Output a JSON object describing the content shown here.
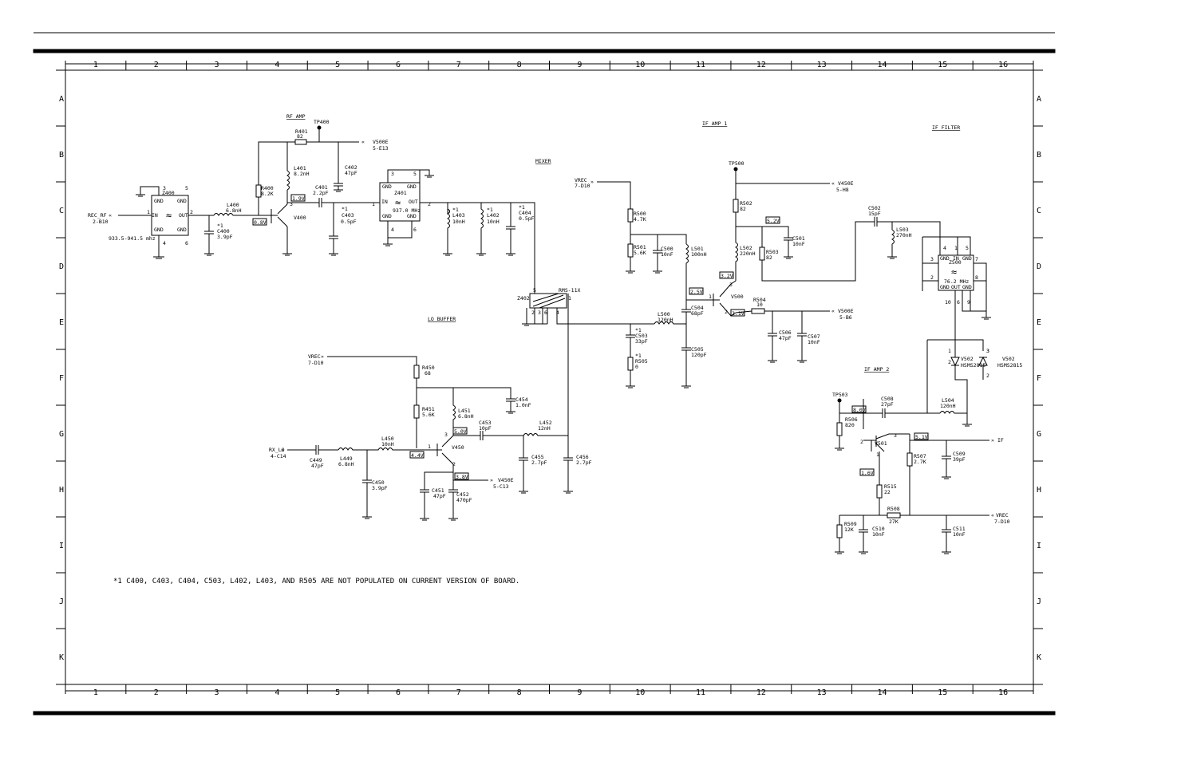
{
  "grid": {
    "columns": [
      "1",
      "2",
      "3",
      "4",
      "5",
      "6",
      "7",
      "8",
      "9",
      "10",
      "11",
      "12",
      "13",
      "14",
      "15",
      "16"
    ],
    "rows": [
      "A",
      "B",
      "C",
      "D",
      "E",
      "F",
      "G",
      "H",
      "I",
      "J",
      "K"
    ]
  },
  "sections": [
    {
      "name": "rf-amp-title",
      "text": "RF AMP"
    },
    {
      "name": "mixer-title",
      "text": "MIXER"
    },
    {
      "name": "if-amp-1-title",
      "text": "IF AMP 1"
    },
    {
      "name": "if-filter-title",
      "text": "IF FILTER"
    },
    {
      "name": "lo-buffer-title",
      "text": "LO BUFFER"
    },
    {
      "name": "if-amp-2-title",
      "text": "IF AMP 2"
    }
  ],
  "labels": [
    {
      "name": "rec-rf-port",
      "text": "REC_RF"
    },
    {
      "name": "rec-rf-ref",
      "text": "2-B10"
    },
    {
      "name": "z400-name",
      "text": "Z400"
    },
    {
      "name": "z400-gnd-1",
      "text": "GND"
    },
    {
      "name": "z400-gnd-2",
      "text": "GND"
    },
    {
      "name": "z400-gnd-3",
      "text": "GND"
    },
    {
      "name": "z400-gnd-4",
      "text": "GND"
    },
    {
      "name": "z400-in",
      "text": "IN"
    },
    {
      "name": "z400-out",
      "text": "OUT"
    },
    {
      "name": "z400-pin3",
      "text": "3"
    },
    {
      "name": "z400-pin5",
      "text": "5"
    },
    {
      "name": "z400-pin1",
      "text": "1"
    },
    {
      "name": "z400-pin2",
      "text": "2"
    },
    {
      "name": "z400-pin4",
      "text": "4"
    },
    {
      "name": "z400-pin6",
      "text": "6"
    },
    {
      "name": "z400-freq",
      "text": "933.5-941.5  mhz"
    },
    {
      "name": "l400-name",
      "text": "L400"
    },
    {
      "name": "l400-value",
      "text": "6.8nH"
    },
    {
      "name": "c400-mark",
      "text": "*1"
    },
    {
      "name": "c400-name",
      "text": "C400"
    },
    {
      "name": "c400-value",
      "text": "3.9pF"
    },
    {
      "name": "r400-name",
      "text": "R400"
    },
    {
      "name": "r400-value",
      "text": "8.2K"
    },
    {
      "name": "v-08v",
      "text": "0.8V"
    },
    {
      "name": "v400-name",
      "text": "V400"
    },
    {
      "name": "v400-pin3",
      "text": "3"
    },
    {
      "name": "r401-name",
      "text": "R401"
    },
    {
      "name": "r401-value",
      "text": "82"
    },
    {
      "name": "tp400-name",
      "text": "TP400"
    },
    {
      "name": "v500e-b-port",
      "text": "V500E"
    },
    {
      "name": "v500e-b-ref",
      "text": "5-E13"
    },
    {
      "name": "l401-name",
      "text": "L401"
    },
    {
      "name": "l401-value",
      "text": "8.2nH"
    },
    {
      "name": "c402-name",
      "text": "C402"
    },
    {
      "name": "c402-value",
      "text": "47pF"
    },
    {
      "name": "v-19v",
      "text": "1.9V"
    },
    {
      "name": "c401-name",
      "text": "C401"
    },
    {
      "name": "c401-value",
      "text": "2.2pF"
    },
    {
      "name": "c403-mark",
      "text": "*1"
    },
    {
      "name": "c403-name",
      "text": "C403"
    },
    {
      "name": "c403-value",
      "text": "0.5pF"
    },
    {
      "name": "z401-name",
      "text": "Z401"
    },
    {
      "name": "z401-gnd-1",
      "text": "GND"
    },
    {
      "name": "z401-gnd-2",
      "text": "GND"
    },
    {
      "name": "z401-gnd-3",
      "text": "GND"
    },
    {
      "name": "z401-gnd-4",
      "text": "GND"
    },
    {
      "name": "z401-in",
      "text": "IN"
    },
    {
      "name": "z401-out",
      "text": "OUT"
    },
    {
      "name": "z401-freq",
      "text": "937.0 MHz"
    },
    {
      "name": "z401-pin3",
      "text": "3"
    },
    {
      "name": "z401-pin5",
      "text": "5"
    },
    {
      "name": "z401-pin1",
      "text": "1"
    },
    {
      "name": "z401-pin2",
      "text": "2"
    },
    {
      "name": "z401-pin4",
      "text": "4"
    },
    {
      "name": "z401-pin6",
      "text": "6"
    },
    {
      "name": "l403-mark",
      "text": "*1"
    },
    {
      "name": "l403-name",
      "text": "L403"
    },
    {
      "name": "l403-value",
      "text": "10nH"
    },
    {
      "name": "l402-mark",
      "text": "*1"
    },
    {
      "name": "l402-name",
      "text": "L402"
    },
    {
      "name": "l402-value",
      "text": "10nH"
    },
    {
      "name": "c404-mark",
      "text": "*1"
    },
    {
      "name": "c404-name",
      "text": "C404"
    },
    {
      "name": "c404-value",
      "text": "0.5pF"
    },
    {
      "name": "vrec-top-port",
      "text": "VREC"
    },
    {
      "name": "vrec-top-ref",
      "text": "7-D10"
    },
    {
      "name": "z402-name",
      "text": "Z402"
    },
    {
      "name": "z402-part",
      "text": "RMS-11X"
    },
    {
      "name": "z402-pin5",
      "text": "5"
    },
    {
      "name": "z402-pin1",
      "text": "1"
    },
    {
      "name": "z402-pin2",
      "text": "2"
    },
    {
      "name": "z402-pin3",
      "text": "3"
    },
    {
      "name": "z402-pin6",
      "text": "6"
    },
    {
      "name": "z402-pin4",
      "text": "4"
    },
    {
      "name": "r500-name",
      "text": "R500"
    },
    {
      "name": "r500-value",
      "text": "4.7K"
    },
    {
      "name": "r501-name",
      "text": "R501"
    },
    {
      "name": "r501-value",
      "text": "5.6K"
    },
    {
      "name": "c500-name",
      "text": "C500"
    },
    {
      "name": "c500-value",
      "text": "10nF"
    },
    {
      "name": "l501-name",
      "text": "L501"
    },
    {
      "name": "l501-value",
      "text": "100nH"
    },
    {
      "name": "v-25v",
      "text": "2.5V"
    },
    {
      "name": "l500-name",
      "text": "L500"
    },
    {
      "name": "l500-value",
      "text": "120nH"
    },
    {
      "name": "c504-name",
      "text": "C504"
    },
    {
      "name": "c504-value",
      "text": "68pF"
    },
    {
      "name": "c503-mark",
      "text": "*1"
    },
    {
      "name": "c503-name",
      "text": "C503"
    },
    {
      "name": "c503-value",
      "text": "33pF"
    },
    {
      "name": "r505-mark",
      "text": "*1"
    },
    {
      "name": "r505-name",
      "text": "R505"
    },
    {
      "name": "r505-value",
      "text": "0"
    },
    {
      "name": "c505-name",
      "text": "C505"
    },
    {
      "name": "c505-value",
      "text": "120pF"
    },
    {
      "name": "tp500-name",
      "text": "TP500"
    },
    {
      "name": "v450e-top-port",
      "text": "V450E"
    },
    {
      "name": "v450e-top-ref",
      "text": "5-H8"
    },
    {
      "name": "r502-name",
      "text": "R502"
    },
    {
      "name": "r502-value",
      "text": "82"
    },
    {
      "name": "v-52v",
      "text": "5.2V"
    },
    {
      "name": "l502-name",
      "text": "L502"
    },
    {
      "name": "l502-value",
      "text": "220nH"
    },
    {
      "name": "r503-name",
      "text": "R503"
    },
    {
      "name": "r503-value",
      "text": "82"
    },
    {
      "name": "c501-name",
      "text": "C501"
    },
    {
      "name": "c501-value",
      "text": "10nF"
    },
    {
      "name": "v-32v",
      "text": "3.2V"
    },
    {
      "name": "v500-name",
      "text": "V500"
    },
    {
      "name": "v500-pin3",
      "text": "3"
    },
    {
      "name": "v500-pin1",
      "text": "1"
    },
    {
      "name": "v500-pin2",
      "text": "2"
    },
    {
      "name": "v-21v",
      "text": "2.1V"
    },
    {
      "name": "r504-name",
      "text": "R504"
    },
    {
      "name": "r504-value",
      "text": "10"
    },
    {
      "name": "v500e-e-port",
      "text": "V500E"
    },
    {
      "name": "v500e-e-ref",
      "text": "5-B6"
    },
    {
      "name": "c506-name",
      "text": "C506"
    },
    {
      "name": "c506-value",
      "text": "47pF"
    },
    {
      "name": "c507-name",
      "text": "C507"
    },
    {
      "name": "c507-value",
      "text": "10nF"
    },
    {
      "name": "c502-name",
      "text": "C502"
    },
    {
      "name": "c502-value",
      "text": "15pF"
    },
    {
      "name": "l503-name",
      "text": "L503"
    },
    {
      "name": "l503-value",
      "text": "270nH"
    },
    {
      "name": "z500-name",
      "text": "Z500"
    },
    {
      "name": "z500-gnd-1",
      "text": "GND"
    },
    {
      "name": "z500-in",
      "text": "IN"
    },
    {
      "name": "z500-gnd-2",
      "text": "GND"
    },
    {
      "name": "z500-gnd-3",
      "text": "GND"
    },
    {
      "name": "z500-out",
      "text": "OUT"
    },
    {
      "name": "z500-gnd-4",
      "text": "GND"
    },
    {
      "name": "z500-freq",
      "text": "76.2 MHz"
    },
    {
      "name": "z500-pin4",
      "text": "4"
    },
    {
      "name": "z500-pin1",
      "text": "1"
    },
    {
      "name": "z500-pin5",
      "text": "5"
    },
    {
      "name": "z500-pin3",
      "text": "3"
    },
    {
      "name": "z500-pin7",
      "text": "7"
    },
    {
      "name": "z500-pin2",
      "text": "2"
    },
    {
      "name": "z500-pin8",
      "text": "8"
    },
    {
      "name": "z500-pin10",
      "text": "10"
    },
    {
      "name": "z500-pin6",
      "text": "6"
    },
    {
      "name": "z500-pin9",
      "text": "9"
    },
    {
      "name": "v502a-pin1",
      "text": "1"
    },
    {
      "name": "v502a-pin2",
      "text": "2"
    },
    {
      "name": "v502a-pin3",
      "text": "3"
    },
    {
      "name": "v502a-name",
      "text": "V502"
    },
    {
      "name": "v502a-part",
      "text": "HSMS2815"
    },
    {
      "name": "v502b-name",
      "text": "V502"
    },
    {
      "name": "v502b-part",
      "text": "HSMS2815"
    },
    {
      "name": "v502b-pin3",
      "text": "3"
    },
    {
      "name": "v502b-pin2",
      "text": "2"
    },
    {
      "name": "tp503-name",
      "text": "TP503"
    },
    {
      "name": "v-80v",
      "text": "8.0V"
    },
    {
      "name": "c508-name",
      "text": "C508"
    },
    {
      "name": "c508-value",
      "text": "27pF"
    },
    {
      "name": "l504-name",
      "text": "L504"
    },
    {
      "name": "l504-value",
      "text": "120nH"
    },
    {
      "name": "r506-name",
      "text": "R506"
    },
    {
      "name": "r506-value",
      "text": "820"
    },
    {
      "name": "v501-name",
      "text": "V501"
    },
    {
      "name": "v501-pin2",
      "text": "2"
    },
    {
      "name": "v501-pin3",
      "text": "3"
    },
    {
      "name": "v501-pin1",
      "text": "1"
    },
    {
      "name": "v-51v",
      "text": "5.1V"
    },
    {
      "name": "if-port",
      "text": "IF"
    },
    {
      "name": "r507-name",
      "text": "R507"
    },
    {
      "name": "r507-value",
      "text": "2.7K"
    },
    {
      "name": "c509-name",
      "text": "C509"
    },
    {
      "name": "c509-value",
      "text": "39pF"
    },
    {
      "name": "v-16v",
      "text": "1.6V"
    },
    {
      "name": "r515-name",
      "text": "R515"
    },
    {
      "name": "r515-value",
      "text": "22"
    },
    {
      "name": "r508-name",
      "text": "R508"
    },
    {
      "name": "r508-value",
      "text": "27K"
    },
    {
      "name": "vrec-bot-port",
      "text": "VREC"
    },
    {
      "name": "vrec-bot-ref",
      "text": "7-D10"
    },
    {
      "name": "r509-name",
      "text": "R509"
    },
    {
      "name": "r509-value",
      "text": "12K"
    },
    {
      "name": "c510-name",
      "text": "C510"
    },
    {
      "name": "c510-value",
      "text": "10nF"
    },
    {
      "name": "c511-name",
      "text": "C511"
    },
    {
      "name": "c511-value",
      "text": "10nF"
    },
    {
      "name": "vrec-mid-port",
      "text": "VREC"
    },
    {
      "name": "vrec-mid-ref",
      "text": "7-D10"
    },
    {
      "name": "r450-name",
      "text": "R450"
    },
    {
      "name": "r450-value",
      "text": "68"
    },
    {
      "name": "c454-name",
      "text": "C454"
    },
    {
      "name": "c454-value",
      "text": "1.0nF"
    },
    {
      "name": "r451-name",
      "text": "R451"
    },
    {
      "name": "r451-value",
      "text": "5.6K"
    },
    {
      "name": "l451-name",
      "text": "L451"
    },
    {
      "name": "l451-value",
      "text": "6.8nH"
    },
    {
      "name": "v-50v",
      "text": "5.0V"
    },
    {
      "name": "c453-name",
      "text": "C453"
    },
    {
      "name": "c453-value",
      "text": "10pF"
    },
    {
      "name": "l452-name",
      "text": "L452"
    },
    {
      "name": "l452-value",
      "text": "12nH"
    },
    {
      "name": "rx-lo-port",
      "text": "RX_LO"
    },
    {
      "name": "rx-lo-ref",
      "text": "4-C14"
    },
    {
      "name": "c449-name",
      "text": "C449"
    },
    {
      "name": "c449-value",
      "text": "47pF"
    },
    {
      "name": "l449-name",
      "text": "L449"
    },
    {
      "name": "l449-value",
      "text": "6.8nH"
    },
    {
      "name": "l450-name",
      "text": "L450"
    },
    {
      "name": "l450-value",
      "text": "10nH"
    },
    {
      "name": "v-44v",
      "text": "4.4V"
    },
    {
      "name": "v450-pin3",
      "text": "3"
    },
    {
      "name": "v450-pin1",
      "text": "1"
    },
    {
      "name": "v450-pin2",
      "text": "2"
    },
    {
      "name": "v450-name",
      "text": "V450"
    },
    {
      "name": "c455-name",
      "text": "C455"
    },
    {
      "name": "c455-value",
      "text": "2.7pF"
    },
    {
      "name": "c456-name",
      "text": "C456"
    },
    {
      "name": "c456-value",
      "text": "2.7pF"
    },
    {
      "name": "c450-name",
      "text": "C450"
    },
    {
      "name": "c450-value",
      "text": "3.9pF"
    },
    {
      "name": "v-38v",
      "text": "3.8V"
    },
    {
      "name": "v450e-bot-port",
      "text": "V450E"
    },
    {
      "name": "v450e-bot-ref",
      "text": "5-C13"
    },
    {
      "name": "c451-name",
      "text": "C451"
    },
    {
      "name": "c451-value",
      "text": "47pF"
    },
    {
      "name": "c452-name",
      "text": "C452"
    },
    {
      "name": "c452-value",
      "text": "470pF"
    }
  ],
  "footnote": "*1  C400, C403, C404, C503, L402, L403, AND R505 ARE NOT POPULATED ON CURRENT VERSION OF BOARD."
}
